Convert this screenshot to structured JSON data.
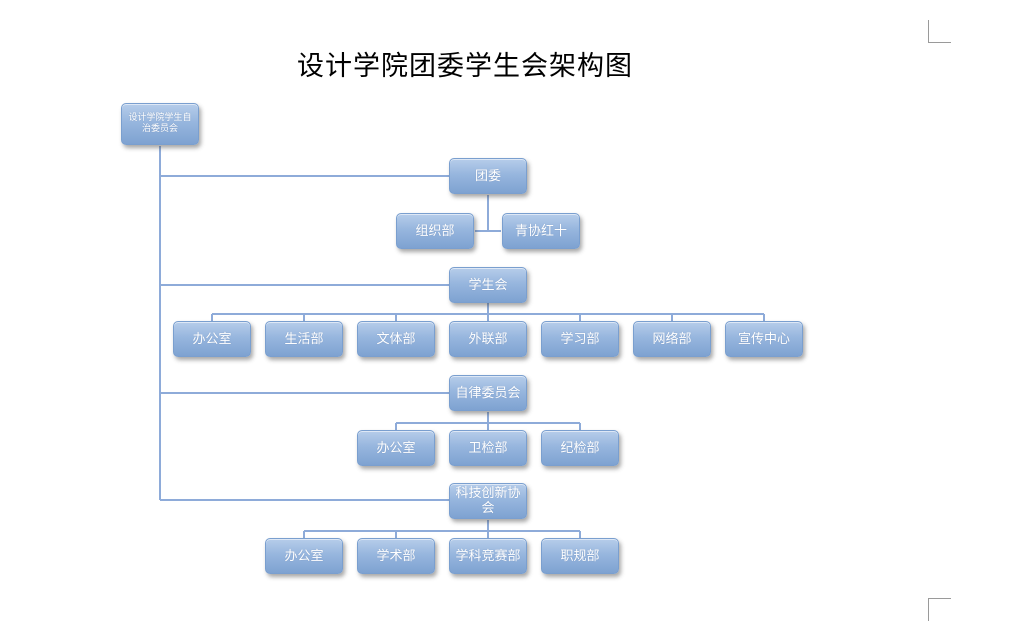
{
  "title": "设计学院团委学生会架构图",
  "root": "设计学院学生自治委员会",
  "branches": [
    {
      "label": "团委",
      "children": [
        "组织部",
        "青协红十"
      ]
    },
    {
      "label": "学生会",
      "children": [
        "办公室",
        "生活部",
        "文体部",
        "外联部",
        "学习部",
        "网络部",
        "宣传中心"
      ]
    },
    {
      "label": "自律委员会",
      "children": [
        "办公室",
        "卫检部",
        "纪检部"
      ]
    },
    {
      "label": "科技创新协会",
      "children": [
        "办公室",
        "学术部",
        "学科竞赛部",
        "职规部"
      ]
    }
  ]
}
